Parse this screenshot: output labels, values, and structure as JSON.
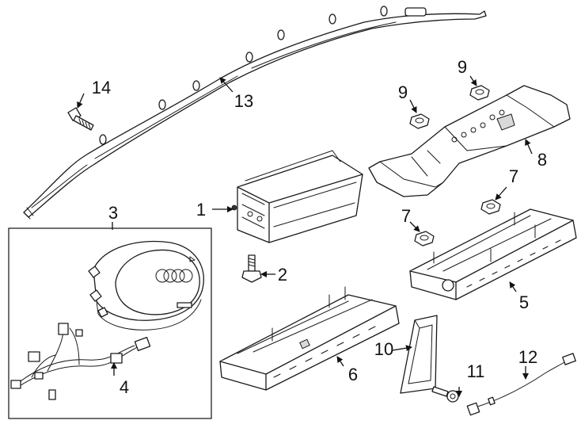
{
  "callouts": [
    {
      "id": "c1",
      "label": "1"
    },
    {
      "id": "c2",
      "label": "2"
    },
    {
      "id": "c3",
      "label": "3"
    },
    {
      "id": "c4",
      "label": "4"
    },
    {
      "id": "c5",
      "label": "5"
    },
    {
      "id": "c6",
      "label": "6"
    },
    {
      "id": "c7a",
      "label": "7"
    },
    {
      "id": "c7b",
      "label": "7"
    },
    {
      "id": "c8",
      "label": "8"
    },
    {
      "id": "c9a",
      "label": "9"
    },
    {
      "id": "c9b",
      "label": "9"
    },
    {
      "id": "c10",
      "label": "10"
    },
    {
      "id": "c11",
      "label": "11"
    },
    {
      "id": "c12",
      "label": "12"
    },
    {
      "id": "c13",
      "label": "13"
    },
    {
      "id": "c14",
      "label": "14"
    }
  ],
  "colors": {
    "ink": "#1a1a1a",
    "background": "#ffffff",
    "shade": "#d9d9d9"
  }
}
